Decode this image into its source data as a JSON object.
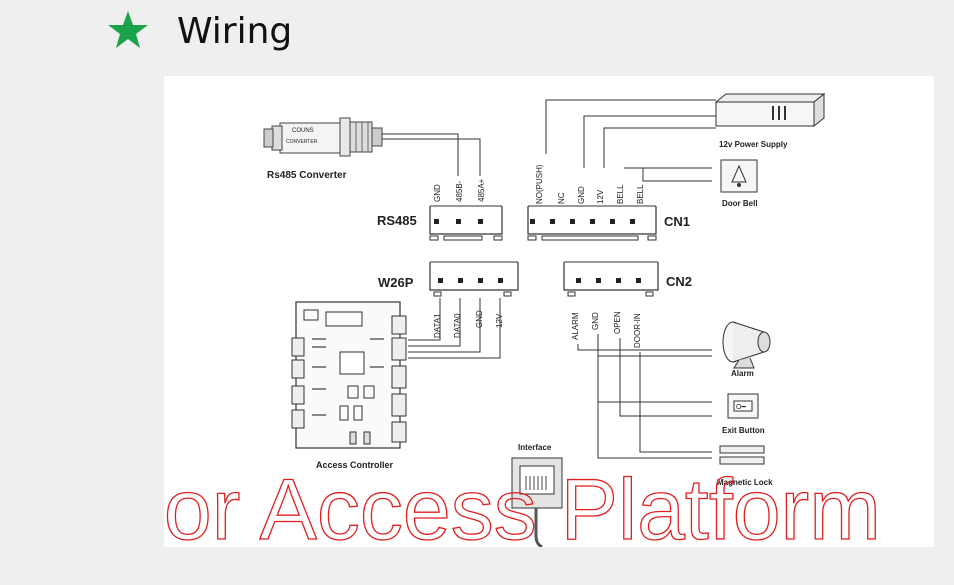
{
  "header": {
    "title": "Wiring",
    "star_color": "#1aa34a",
    "star_icon": "star-icon"
  },
  "diagram": {
    "rs485_converter": {
      "label": "Rs485 Converter",
      "chip_text_1": "COUNS",
      "chip_text_2": "CONVERTER"
    },
    "rs485": {
      "label": "RS485",
      "pins": [
        "GND",
        "485B-",
        "485A+"
      ]
    },
    "cn1": {
      "label": "CN1",
      "pins": [
        "NO(PUSH)",
        "NC",
        "GND",
        "12V",
        "BELL",
        "BELL"
      ]
    },
    "w26p": {
      "label": "W26P",
      "pins": [
        "DATA1",
        "DATA0",
        "GND",
        "12V"
      ]
    },
    "cn2": {
      "label": "CN2",
      "pins": [
        "ALARM",
        "GND",
        "OPEN",
        "DOOR-IN"
      ]
    },
    "devices": {
      "power_supply": "12v Power Supply",
      "door_bell": "Door Bell",
      "alarm": "Alarm",
      "exit_button": "Exit Button",
      "magnetic_lock": "Magnetic Lock",
      "interface": "Interface",
      "controller": "Access Controller"
    },
    "watermark": "Door Access Platform",
    "watermark_color": "#e02020"
  }
}
